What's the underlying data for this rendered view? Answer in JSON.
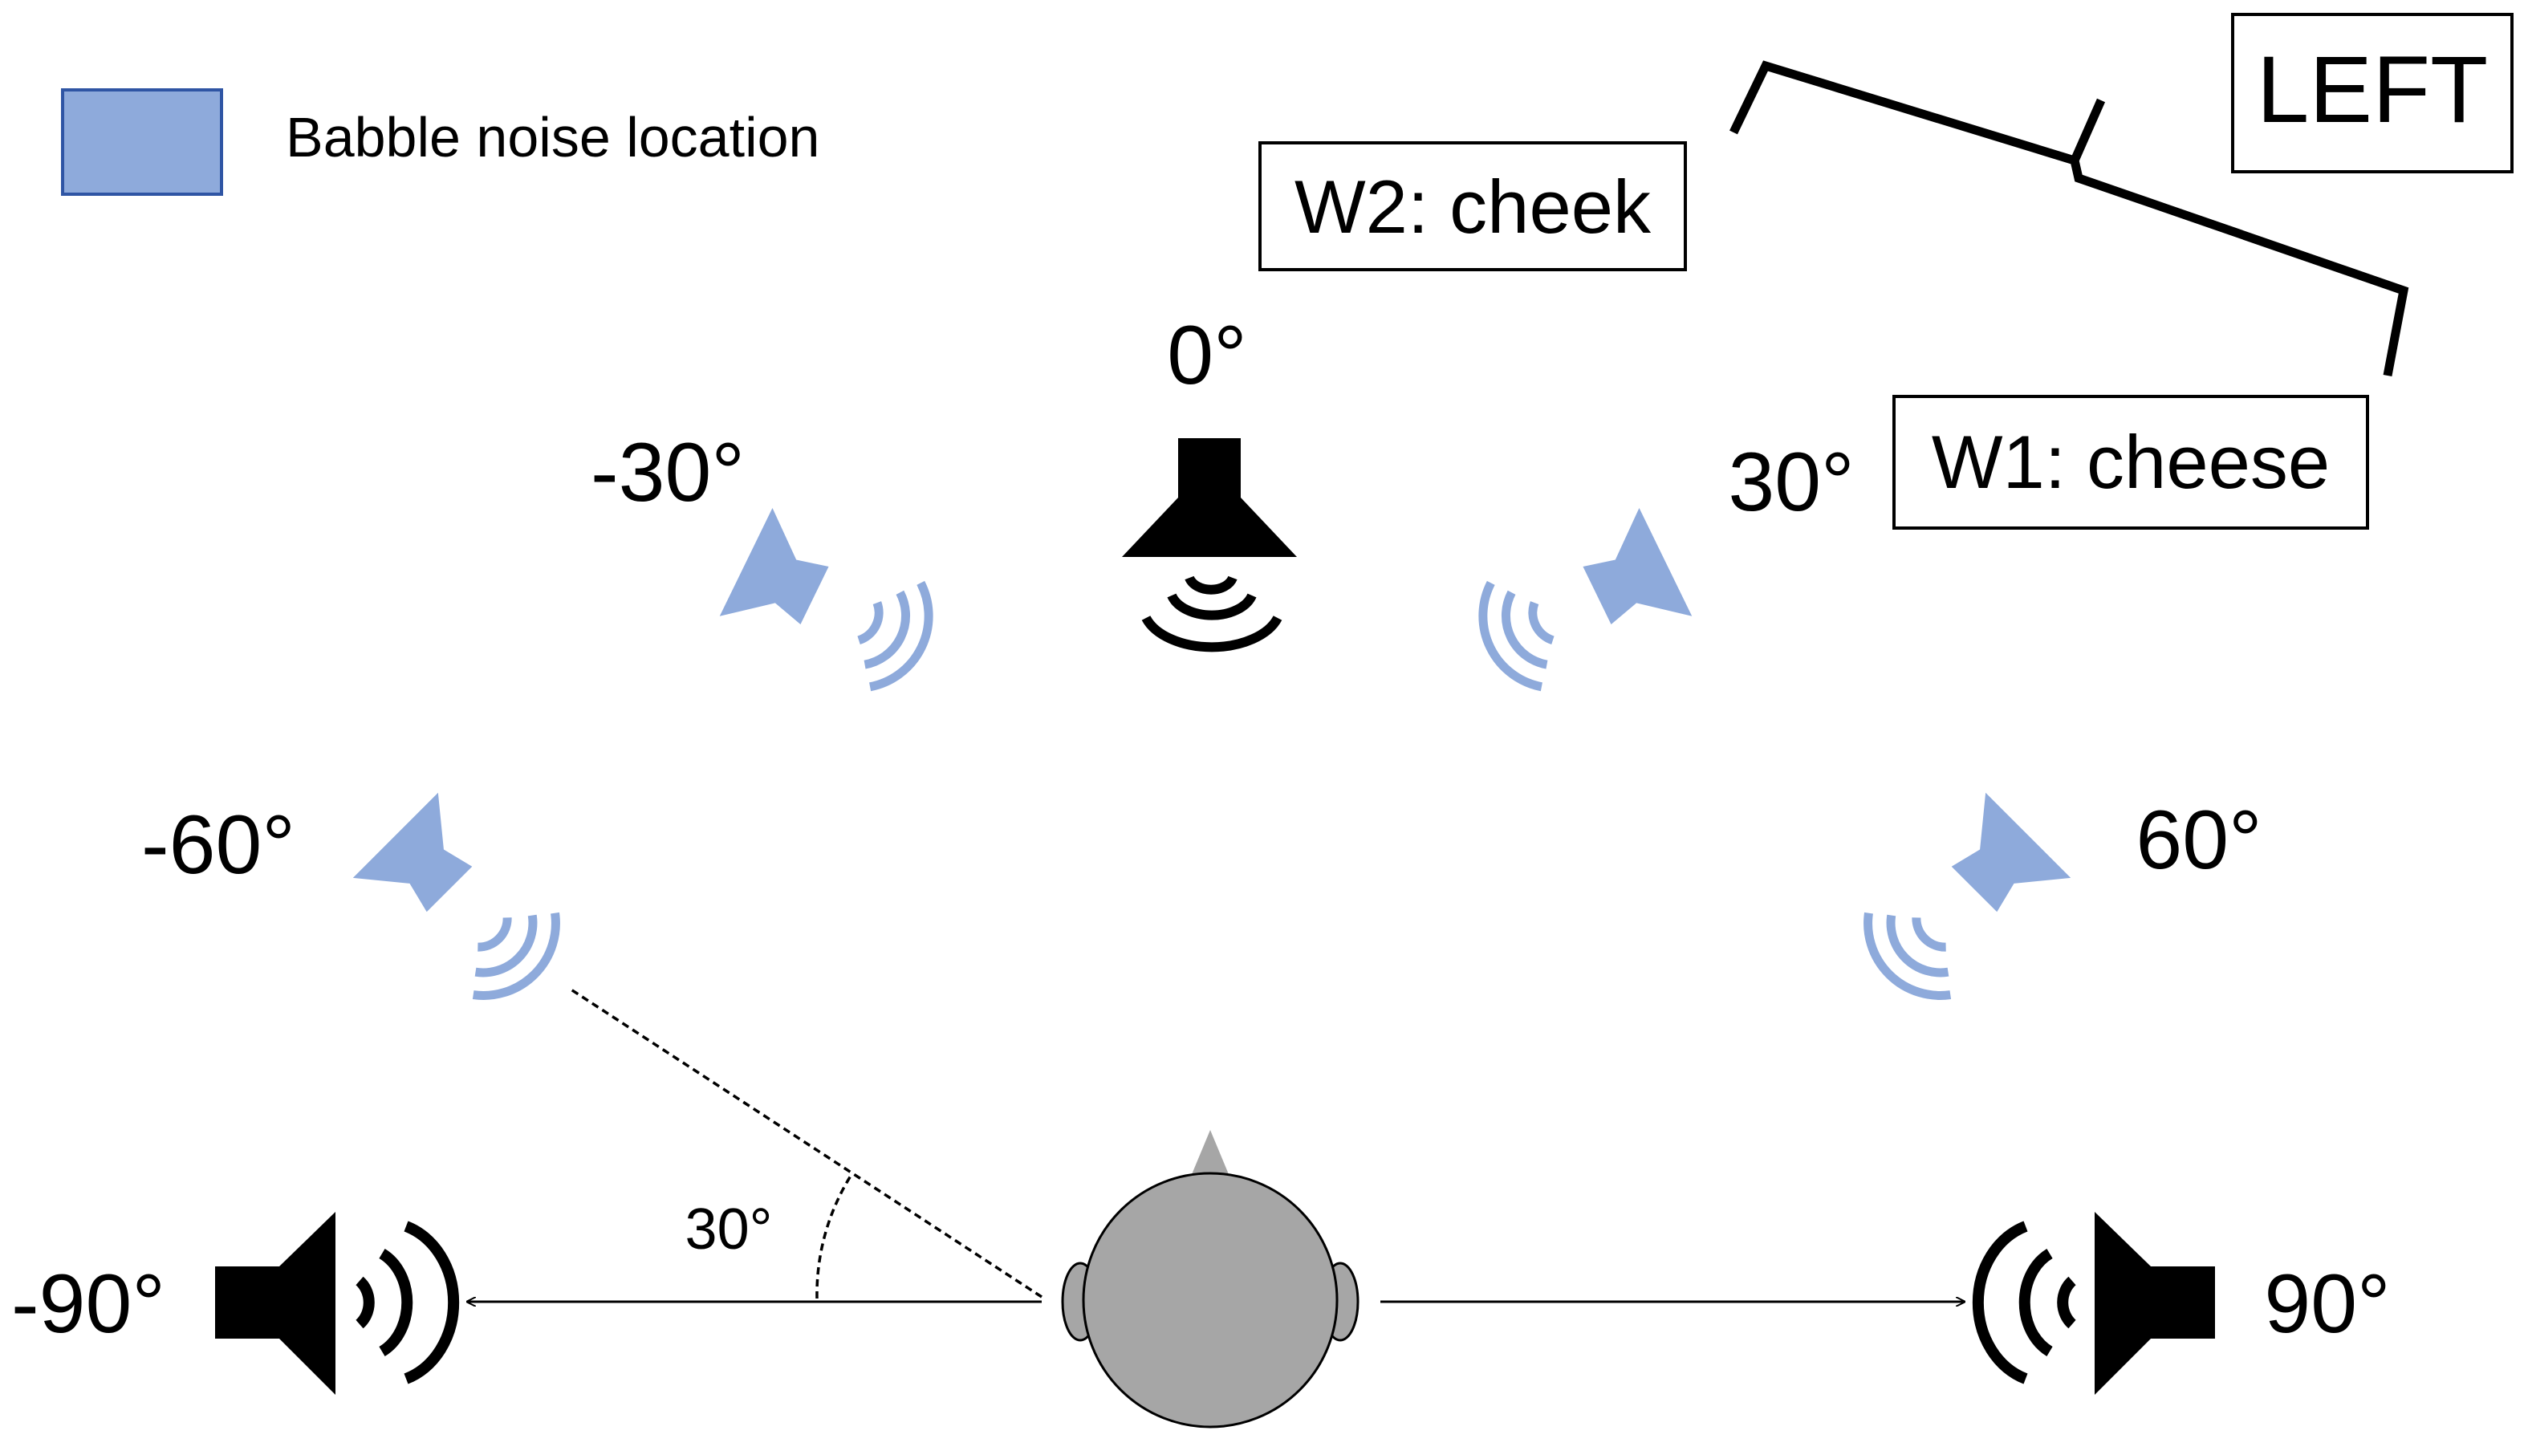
{
  "legend": {
    "label": "Babble noise location",
    "color": "#8eaadb",
    "border_color": "#2f55a4"
  },
  "side_label": "LEFT",
  "words": {
    "w2": "W2: cheek",
    "w1": "W1: cheese"
  },
  "angle_note": "30°",
  "speakers": [
    {
      "id": "0",
      "label": "0°",
      "type": "target",
      "icon": "speaker-icon"
    },
    {
      "id": "m30",
      "label": "-30°",
      "type": "babble",
      "icon": "speaker-icon"
    },
    {
      "id": "p30",
      "label": "30°",
      "type": "babble",
      "icon": "speaker-icon"
    },
    {
      "id": "m60",
      "label": "-60°",
      "type": "babble",
      "icon": "speaker-icon"
    },
    {
      "id": "p60",
      "label": "60°",
      "type": "babble",
      "icon": "speaker-icon"
    },
    {
      "id": "m90",
      "label": "-90°",
      "type": "target",
      "icon": "speaker-icon"
    },
    {
      "id": "p90",
      "label": "90°",
      "type": "target",
      "icon": "speaker-icon"
    }
  ],
  "colors": {
    "babble": "#8eaadb",
    "target": "#000000",
    "head": "#a6a6a6"
  }
}
